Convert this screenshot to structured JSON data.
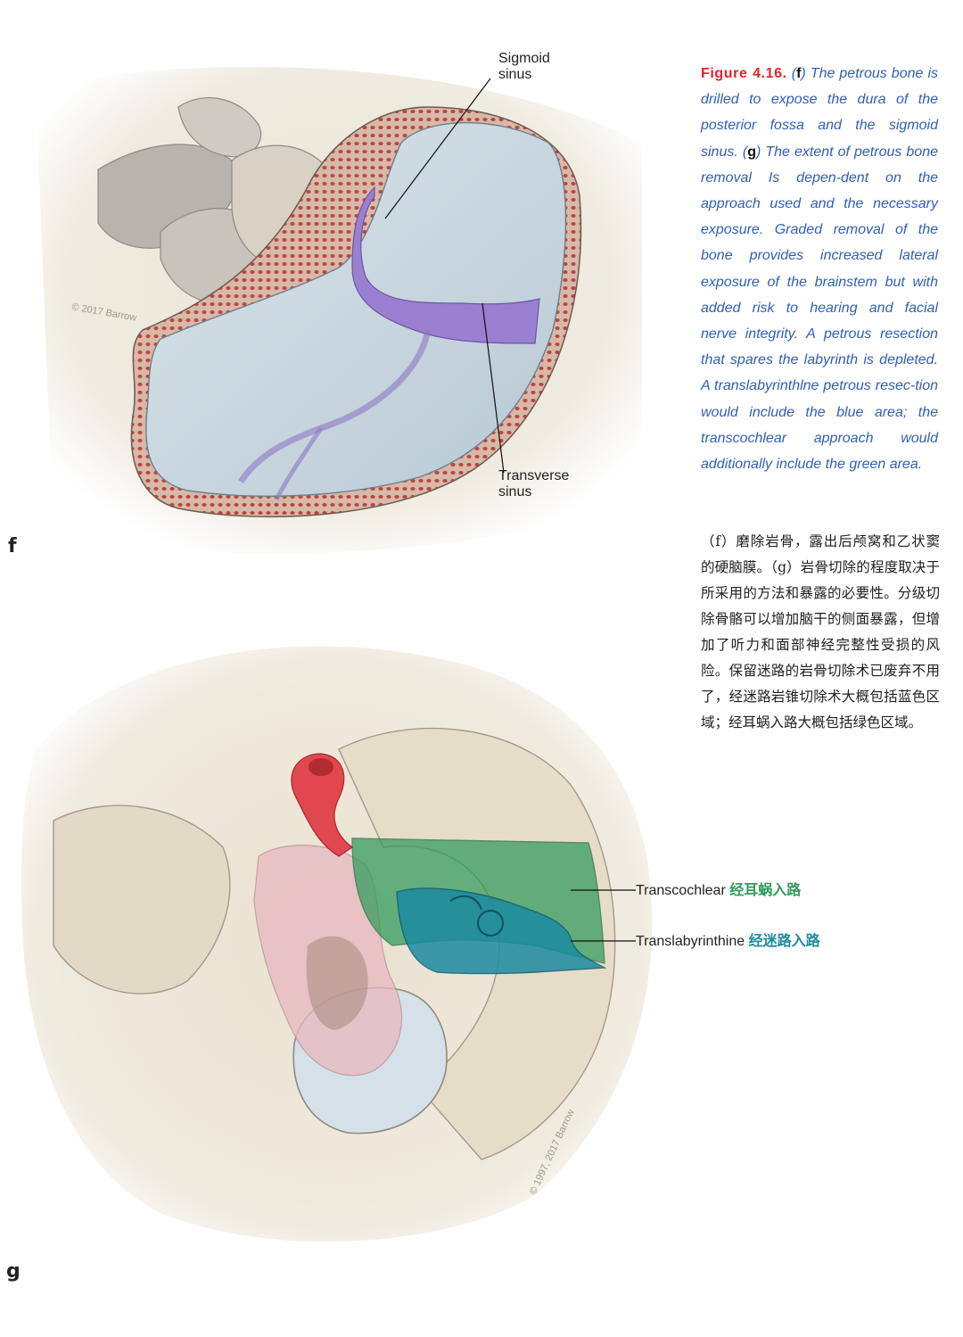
{
  "figure_f": {
    "panel_letter": "f",
    "labels": {
      "sigmoid_line1": "Sigmoid",
      "sigmoid_line2": "sinus",
      "transverse_line1": "Transverse",
      "transverse_line2": "sinus"
    },
    "watermark": "© 2017 Barrow"
  },
  "figure_g": {
    "panel_letter": "g",
    "labels": {
      "transcochlear_en": "Transcochlear",
      "transcochlear_cn": "经耳蜗入路",
      "translabyrinthine_en": "Translabyrinthine",
      "translabyrinthine_cn": "经迷路入路"
    },
    "watermark": "© 1997, 2017 Barrow"
  },
  "caption": {
    "heading": "Figure 4.16.",
    "letter_f": "f",
    "part1": ") The petrous bone is drilled to expose the dura of the posterior fossa and the sigmoid sinus. (",
    "letter_g": "g",
    "part2": ") The extent of petrous bone removal Is depen-dent on the approach used and the necessary exposure. Graded removal of the bone provides increased lateral exposure of the brainstem but with added risk to hearing and facial nerve integrity. A petrous resection that spares the labyrinth is depleted. A translabyrinthlne petrous resec-tion would include the blue area; the transcochlear approach would additionally include the green area."
  },
  "caption_cn": "（f）磨除岩骨，露出后颅窝和乙状窦的硬脑膜。（g）岩骨切除的程度取决于所采用的方法和暴露的必要性。分级切除骨骼可以增加脑干的侧面暴露，但增加了听力和面部神经完整性受损的风险。保留迷路的岩骨切除术已废弃不用了，经迷路岩锥切除术大概包括蓝色区域；经耳蜗入路大概包括绿色区域。",
  "colors": {
    "bone": "#e4dccb",
    "dura": "#c8d6df",
    "sinus": "#9b7fd0",
    "transcochlear": "#2f9a5a",
    "translabyrinthine": "#1b8aa0",
    "caption_heading": "#e8202a",
    "caption_text": "#2f5fb8"
  }
}
